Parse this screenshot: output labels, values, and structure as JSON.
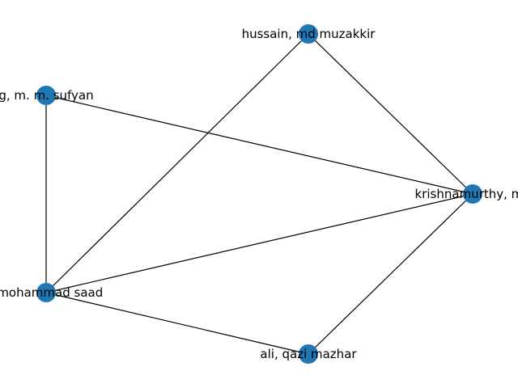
{
  "graph": {
    "node_color": "#1f77b4",
    "edge_color": "#000000",
    "nodes": [
      {
        "id": "hussain",
        "label": "hussain, md muzakkir"
      },
      {
        "id": "sufyan",
        "label": "g, m. m. sufyan"
      },
      {
        "id": "krishnamurthy",
        "label": "krishnamurthy, ma"
      },
      {
        "id": "saad",
        "label": ", mohammad saad"
      },
      {
        "id": "ali",
        "label": "ali, qazi mazhar"
      }
    ],
    "edges": [
      [
        "hussain",
        "krishnamurthy"
      ],
      [
        "hussain",
        "saad"
      ],
      [
        "sufyan",
        "krishnamurthy"
      ],
      [
        "sufyan",
        "saad"
      ],
      [
        "saad",
        "krishnamurthy"
      ],
      [
        "saad",
        "ali"
      ],
      [
        "ali",
        "krishnamurthy"
      ]
    ]
  }
}
